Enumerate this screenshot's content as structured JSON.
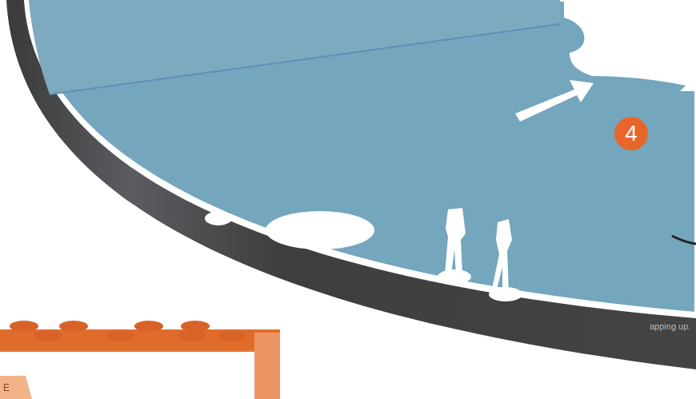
{
  "diagram": {
    "nodes": [
      {
        "text": [
          "4"
        ]
      }
    ],
    "labels": [
      "apping up.",
      "E"
    ]
  }
}
